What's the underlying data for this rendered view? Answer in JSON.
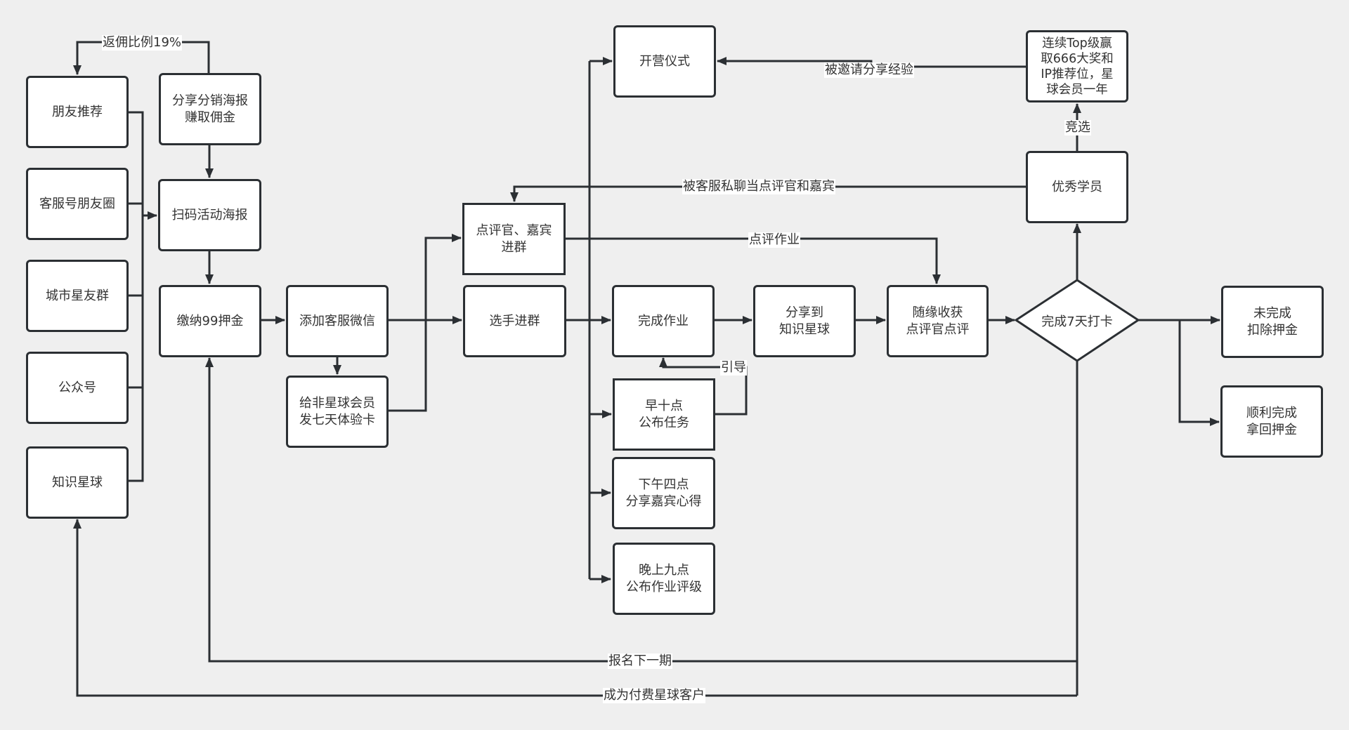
{
  "diagram": {
    "type": "flowchart",
    "colors": {
      "background": "#efefef",
      "node_fill": "#ffffff",
      "stroke": "#2b2f33",
      "text": "#333333"
    },
    "nodes": {
      "friend_referral": "朋友推荐",
      "cs_moments": "客服号朋友圈",
      "city_group": "城市星友群",
      "official_account": "公众号",
      "knowledge_planet": "知识星球",
      "share_poster": "分享分销海报\n赚取佣金",
      "scan_poster": "扫码活动海报",
      "pay_deposit": "缴纳99押金",
      "add_cs_wechat": "添加客服微信",
      "trial_card": "给非星球会员\n发七天体验卡",
      "reviewer_join": "点评官、嘉宾\n进群",
      "player_join": "选手进群",
      "opening_ceremony": "开营仪式",
      "finish_homework": "完成作业",
      "morning_task": "早十点\n公布任务",
      "afternoon_share": "下午四点\n分享嘉宾心得",
      "evening_grade": "晚上九点\n公布作业评级",
      "share_to_planet": "分享到\n知识星球",
      "get_review": "随缘收获\n点评官点评",
      "complete_7days": "完成7天打卡",
      "excellent_student": "优秀学员",
      "top_award": "连续Top级赢\n取666大奖和\nIP推荐位，星\n球会员一年",
      "not_complete": "未完成\n扣除押金",
      "complete_success": "顺利完成\n拿回押金"
    },
    "edge_labels": {
      "commission": "返佣比例19%",
      "invited_share": "被邀请分享经验",
      "private_chat": "被客服私聊当点评官和嘉宾",
      "review_homework": "点评作业",
      "guide": "引导",
      "compete": "竞选",
      "next_term": "报名下一期",
      "become_paid": "成为付费星球客户"
    },
    "edges": [
      {
        "from": "share_poster",
        "to": "friend_referral",
        "label": "commission"
      },
      {
        "from": "share_poster",
        "to": "scan_poster"
      },
      {
        "from": "friend_referral",
        "to": "scan_poster"
      },
      {
        "from": "cs_moments",
        "to": "scan_poster"
      },
      {
        "from": "city_group",
        "to": "scan_poster"
      },
      {
        "from": "official_account",
        "to": "scan_poster"
      },
      {
        "from": "knowledge_planet",
        "to": "scan_poster"
      },
      {
        "from": "scan_poster",
        "to": "pay_deposit"
      },
      {
        "from": "pay_deposit",
        "to": "add_cs_wechat"
      },
      {
        "from": "add_cs_wechat",
        "to": "trial_card"
      },
      {
        "from": "add_cs_wechat",
        "to": "player_join"
      },
      {
        "from": "trial_card",
        "to": "reviewer_join"
      },
      {
        "from": "reviewer_join",
        "to": "get_review",
        "label": "review_homework"
      },
      {
        "from": "player_join",
        "to": "opening_ceremony"
      },
      {
        "from": "player_join",
        "to": "finish_homework"
      },
      {
        "from": "player_join",
        "to": "morning_task"
      },
      {
        "from": "player_join",
        "to": "afternoon_share"
      },
      {
        "from": "player_join",
        "to": "evening_grade"
      },
      {
        "from": "morning_task",
        "to": "finish_homework",
        "label": "guide"
      },
      {
        "from": "finish_homework",
        "to": "share_to_planet"
      },
      {
        "from": "share_to_planet",
        "to": "get_review"
      },
      {
        "from": "get_review",
        "to": "complete_7days"
      },
      {
        "from": "complete_7days",
        "to": "excellent_student"
      },
      {
        "from": "complete_7days",
        "to": "not_complete"
      },
      {
        "from": "complete_7days",
        "to": "complete_success"
      },
      {
        "from": "complete_7days",
        "to": "pay_deposit",
        "label": "next_term"
      },
      {
        "from": "complete_7days",
        "to": "knowledge_planet",
        "label": "become_paid"
      },
      {
        "from": "excellent_student",
        "to": "top_award",
        "label": "compete"
      },
      {
        "from": "excellent_student",
        "to": "reviewer_join",
        "label": "private_chat"
      },
      {
        "from": "top_award",
        "to": "opening_ceremony",
        "label": "invited_share"
      }
    ]
  }
}
